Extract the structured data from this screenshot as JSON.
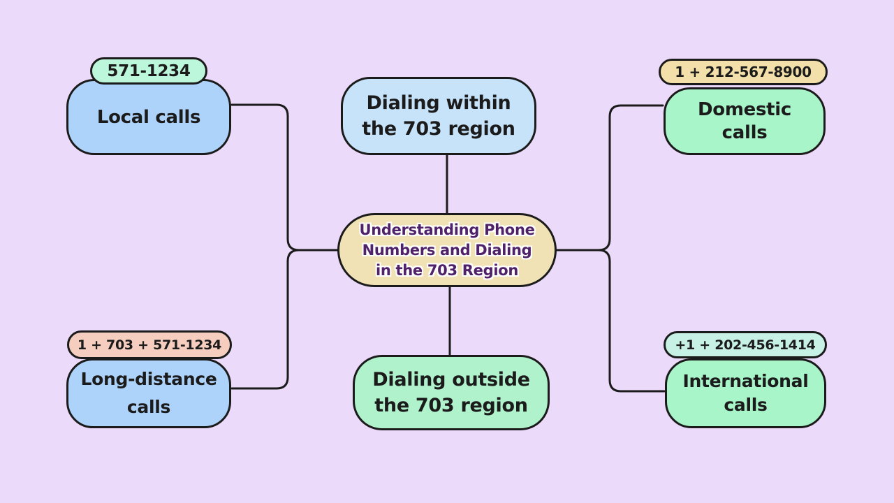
{
  "title": "Understanding Phone Numbers and Dialing in the 703 Region",
  "palette": {
    "background": "#ECDAFA",
    "stroke": "#1B1B1B",
    "center_fill": "#F0E2B4",
    "center_text": "#4F2169",
    "blue_fill": "#AED3FA",
    "light_blue_fill": "#C7E3F9",
    "green_fill": "#A9F5CA",
    "mint_badge": "#BDF7DB",
    "tan_badge": "#F3DFA9",
    "peach_badge": "#F5CEC0",
    "aqua_badge": "#C7F1E4"
  },
  "center": {
    "line1": "Understanding Phone",
    "line2": "Numbers and Dialing",
    "line3": "in the 703 Region"
  },
  "nodes": {
    "within": {
      "line1": "Dialing within",
      "line2": "the 703 region"
    },
    "outside": {
      "line1": "Dialing outside",
      "line2": "the 703 region"
    },
    "local": {
      "label": "Local calls",
      "badge": "571-1234"
    },
    "long_distance": {
      "line1": "Long-distance",
      "line2": "calls",
      "badge": "1 + 703 + 571-1234"
    },
    "domestic": {
      "line1": "Domestic",
      "line2": "calls",
      "badge": "1 + 212-567-8900"
    },
    "international": {
      "line1": "International",
      "line2": "calls",
      "badge": "+1 + 202-456-1414"
    }
  }
}
